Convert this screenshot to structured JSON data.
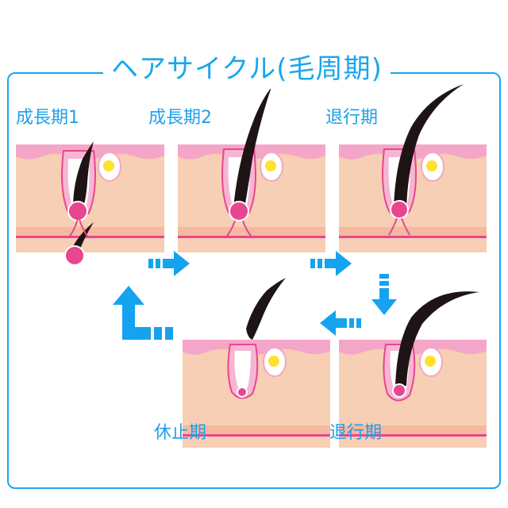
{
  "title": "ヘアサイクル(毛周期)",
  "stages": [
    {
      "label": "成長期1"
    },
    {
      "label": "成長期2"
    },
    {
      "label": "退行期"
    },
    {
      "label": "退行期"
    },
    {
      "label": "休止期"
    }
  ],
  "colors": {
    "frame": "#19a7ee",
    "arrow": "#15a3ef",
    "skin": "#f7cfb4",
    "epidermis": "#f4a6c8",
    "bulb": "#e8468f",
    "hair": "#1e1416",
    "sebaceous": "#fde12c"
  }
}
